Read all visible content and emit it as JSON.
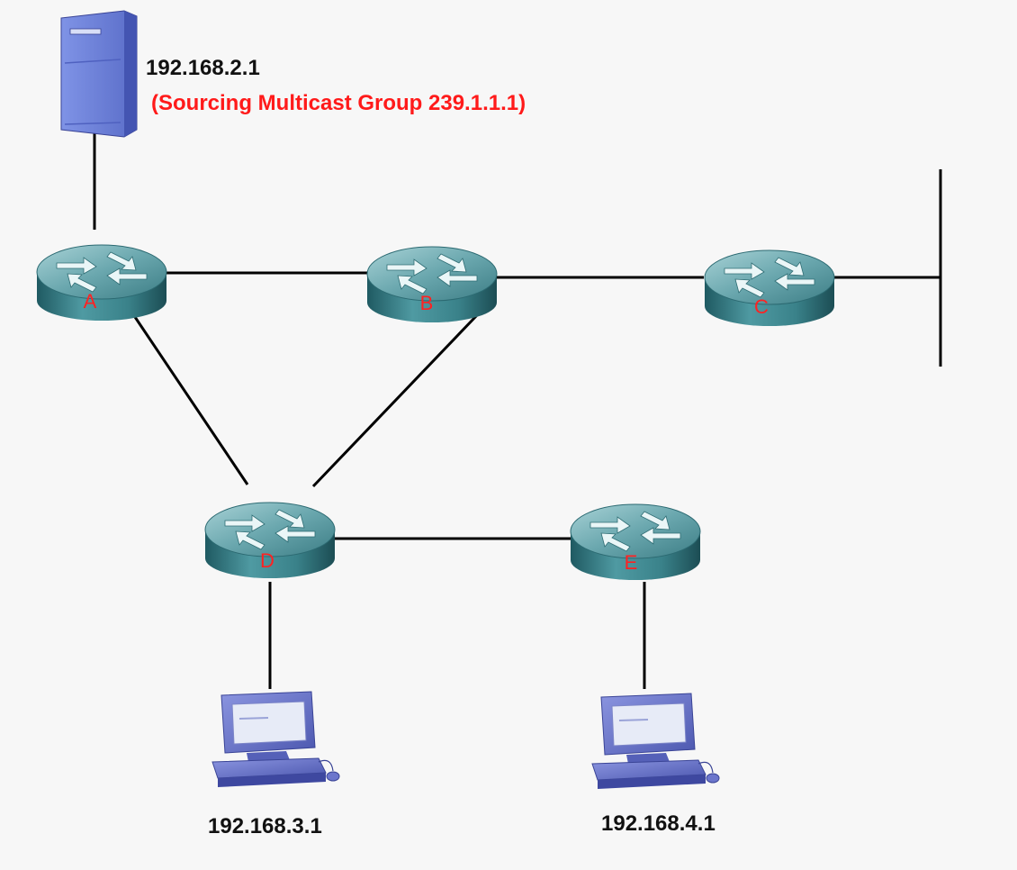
{
  "colors": {
    "link": "#000000",
    "router_label": "#ff2222",
    "note": "#ff1a1a",
    "router_body": "#3f8a92",
    "server_body": "#6f82d8",
    "pc_body": "#6f79d0"
  },
  "source": {
    "icon": "server-icon",
    "ip": "192.168.2.1",
    "note": "(Sourcing Multicast Group 239.1.1.1)"
  },
  "routers": [
    {
      "id": "A",
      "label": "A",
      "icon": "router-icon"
    },
    {
      "id": "B",
      "label": "B",
      "icon": "router-icon"
    },
    {
      "id": "C",
      "label": "C",
      "icon": "router-icon"
    },
    {
      "id": "D",
      "label": "D",
      "icon": "router-icon"
    },
    {
      "id": "E",
      "label": "E",
      "icon": "router-icon"
    }
  ],
  "hosts": [
    {
      "id": "host-d",
      "ip": "192.168.3.1",
      "icon": "pc-icon"
    },
    {
      "id": "host-e",
      "ip": "192.168.4.1",
      "icon": "pc-icon"
    }
  ],
  "links": [
    {
      "from": "source",
      "to": "A"
    },
    {
      "from": "A",
      "to": "B"
    },
    {
      "from": "B",
      "to": "C"
    },
    {
      "from": "C",
      "to": "lan-segment"
    },
    {
      "from": "A",
      "to": "D"
    },
    {
      "from": "B",
      "to": "D"
    },
    {
      "from": "D",
      "to": "E"
    },
    {
      "from": "D",
      "to": "host-d"
    },
    {
      "from": "E",
      "to": "host-e"
    }
  ]
}
